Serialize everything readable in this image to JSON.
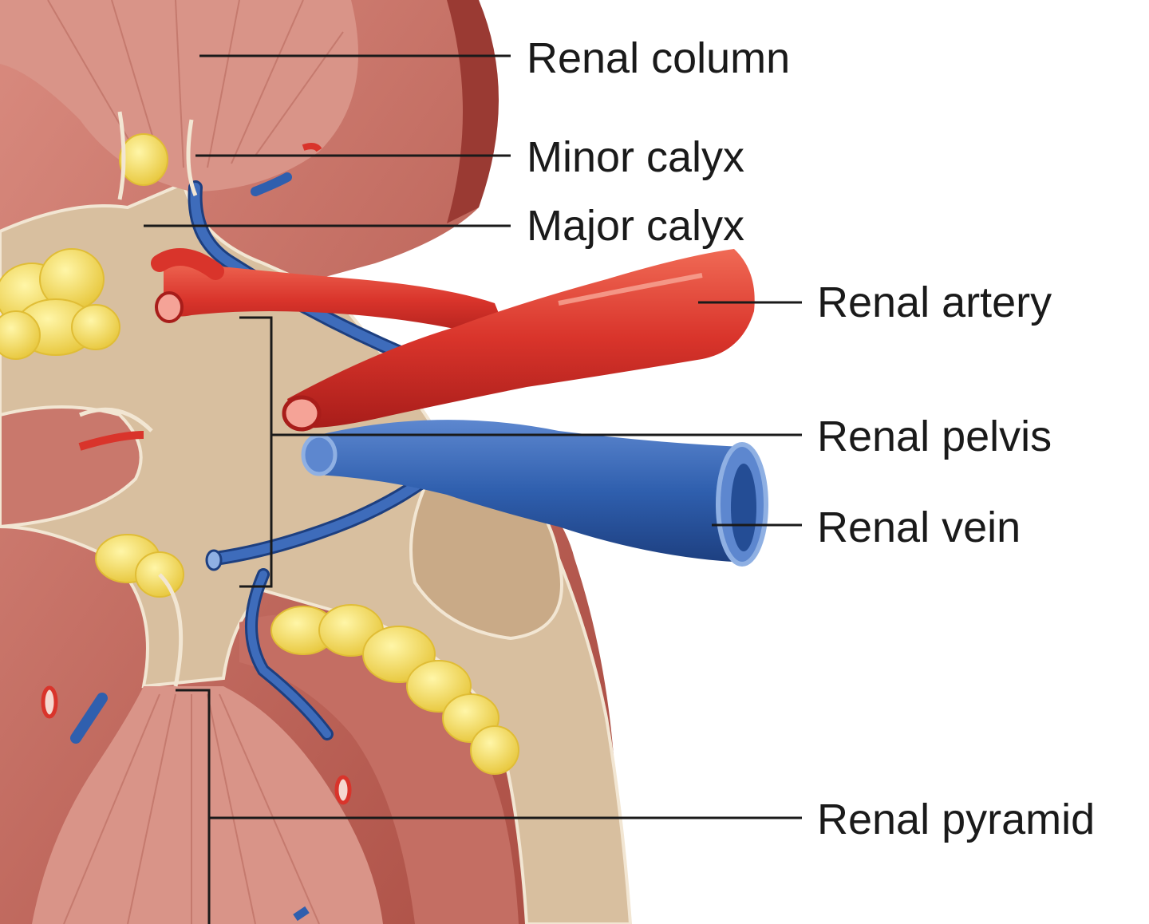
{
  "figure": {
    "subject": "Kidney internal anatomy (renal hilum region)",
    "labels": [
      {
        "id": "renal-column",
        "text": "Renal column"
      },
      {
        "id": "minor-calyx",
        "text": "Minor calyx"
      },
      {
        "id": "major-calyx",
        "text": "Major calyx"
      },
      {
        "id": "renal-artery",
        "text": "Renal artery"
      },
      {
        "id": "renal-pelvis",
        "text": "Renal pelvis"
      },
      {
        "id": "renal-vein",
        "text": "Renal vein"
      },
      {
        "id": "renal-pyramid",
        "text": "Renal pyramid"
      }
    ]
  },
  "colors": {
    "cortex": "#c97a6e",
    "cortex_dark": "#a0463c",
    "medulla": "#d99488",
    "sinus_tissue": "#d8bf9f",
    "fat": "#f3dc55",
    "artery": "#d9342b",
    "vein": "#2f5fae",
    "leader_line": "#1a1a1a"
  }
}
